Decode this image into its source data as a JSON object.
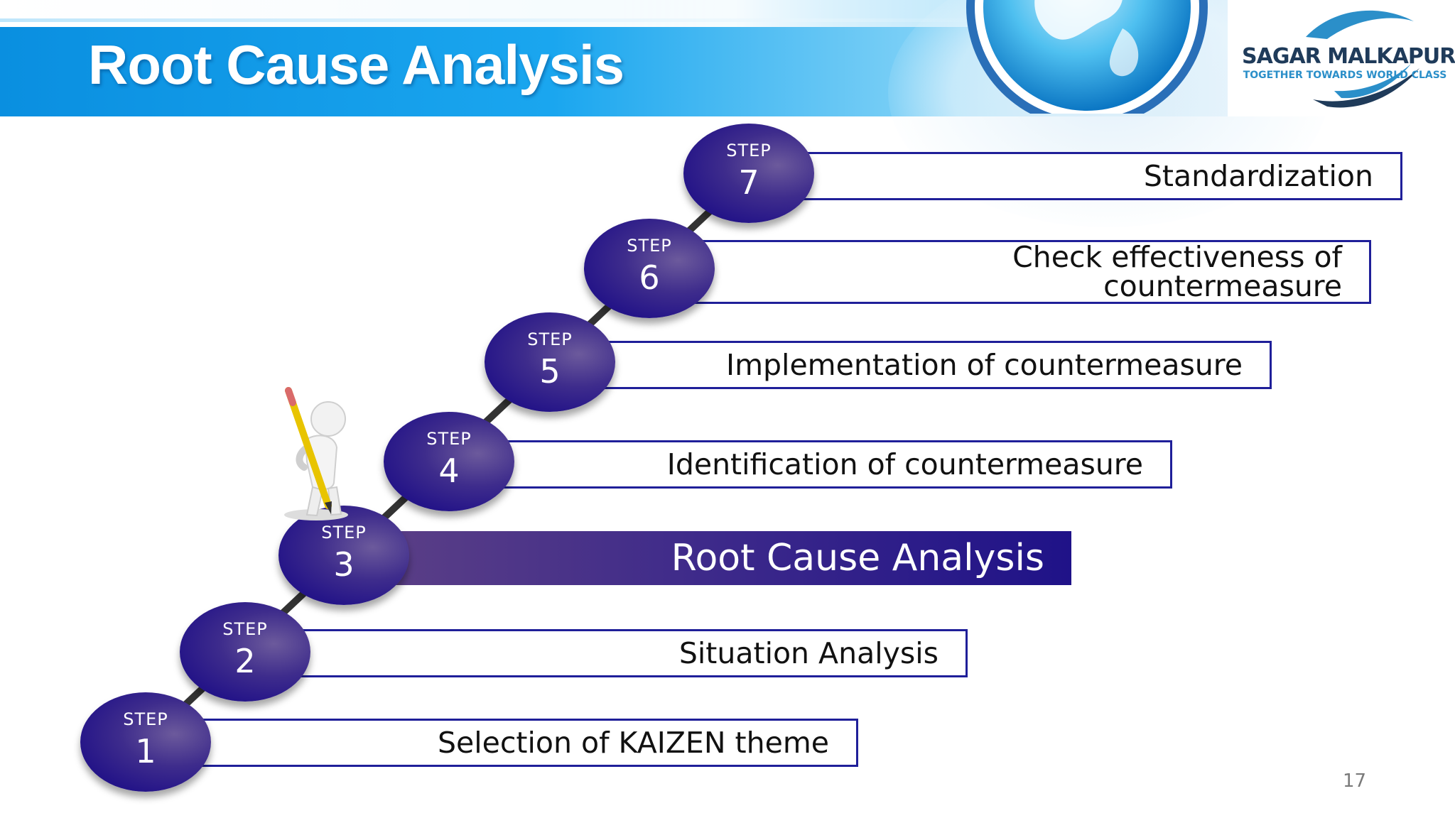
{
  "slide": {
    "title": "Root Cause Analysis",
    "page_number": "17"
  },
  "logo": {
    "name": "SAGAR MALKAPURE",
    "tagline": "TOGETHER TOWARDS WORLD CLASS"
  },
  "colors": {
    "header_blue": "#0a8fe0",
    "step_circle": "#2a1a8c",
    "box_border": "#1f1f99",
    "active_box": "#3f2b8a"
  },
  "step_word": "STEP",
  "steps": [
    {
      "number": "1",
      "label": "Selection of KAIZEN theme",
      "active": false
    },
    {
      "number": "2",
      "label": "Situation Analysis",
      "active": false
    },
    {
      "number": "3",
      "label": "Root Cause Analysis",
      "active": true
    },
    {
      "number": "4",
      "label": "Identification of countermeasure",
      "active": false
    },
    {
      "number": "5",
      "label": "Implementation of countermeasure",
      "active": false
    },
    {
      "number": "6",
      "label": "Check effectiveness of countermeasure",
      "active": false
    },
    {
      "number": "7",
      "label": "Standardization",
      "active": false
    }
  ],
  "illustration": {
    "icon": "figure-with-pencil-icon"
  }
}
